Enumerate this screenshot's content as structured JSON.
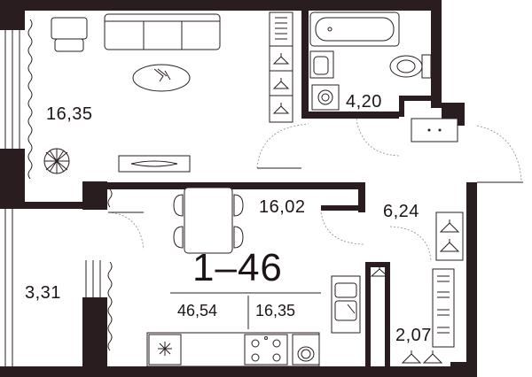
{
  "apartment": {
    "number": "1–46",
    "total_area": "46,54",
    "living_area": "16,35"
  },
  "rooms": [
    {
      "id": "living-room",
      "area": "16,35"
    },
    {
      "id": "bathroom",
      "area": "4,20"
    },
    {
      "id": "kitchen",
      "area": "16,02"
    },
    {
      "id": "hallway",
      "area": "6,24"
    },
    {
      "id": "balcony",
      "area": "3,31"
    },
    {
      "id": "wardrobe",
      "area": "2,07"
    }
  ],
  "colors": {
    "wall": "#2a1d20",
    "text": "#1e1416",
    "background": "#ffffff"
  }
}
